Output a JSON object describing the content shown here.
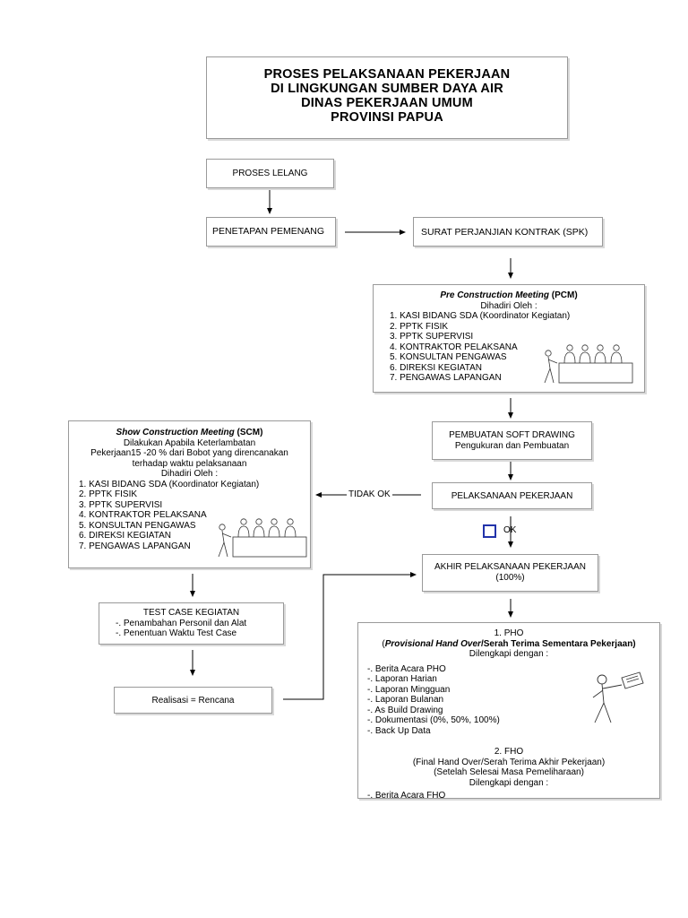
{
  "title": {
    "line1": "PROSES PELAKSANAAN PEKERJAAN",
    "line2": "DI LINGKUNGAN SUMBER DAYA AIR",
    "line3": "DINAS PEKERJAAN UMUM",
    "line4": "PROVINSI PAPUA"
  },
  "proses_lelang": "PROSES LELANG",
  "penetapan_pemenang": "PENETAPAN PEMENANG",
  "spk": "SURAT PERJANJIAN KONTRAK (SPK)",
  "pcm": {
    "title_italic": "Pre Construction Meeting",
    "title_suffix": " (PCM)",
    "attended": "Dihadiri Oleh :",
    "items": [
      "1. KASI BIDANG SDA (Koordinator Kegiatan)",
      "2. PPTK FISIK",
      "3. PPTK SUPERVISI",
      "4. KONTRAKTOR PELAKSANA",
      "5. KONSULTAN PENGAWAS",
      "6. DIREKSI KEGIATAN",
      "7. PENGAWAS LAPANGAN"
    ]
  },
  "soft_drawing": {
    "line1": "PEMBUATAN SOFT DRAWING",
    "line2": "Pengukuran dan Pembuatan"
  },
  "pelaksanaan": "PELAKSANAAN PEKERJAAN",
  "tidak_ok": "TIDAK OK",
  "ok": "OK",
  "scm": {
    "title_italic": "Show Construction Meeting",
    "title_suffix": " (SCM)",
    "desc1": "Dilakukan Apabila Keterlambatan",
    "desc2": "Pekerjaan15 -20 % dari Bobot yang direncanakan",
    "desc3": "terhadap waktu pelaksanaan",
    "attended": "Dihadiri Oleh :",
    "items": [
      "1. KASI BIDANG SDA (Koordinator Kegiatan)",
      "2. PPTK FISIK",
      "3. PPTK SUPERVISI",
      "4. KONTRAKTOR PELAKSANA",
      "5. KONSULTAN PENGAWAS",
      "6. DIREKSI KEGIATAN",
      "7. PENGAWAS LAPANGAN"
    ]
  },
  "akhir": {
    "line1": "AKHIR PELAKSANAAN PEKERJAAN",
    "line2": "(100%)"
  },
  "test_case": {
    "title": "TEST CASE KEGIATAN",
    "items": [
      "-. Penambahan Personil dan Alat",
      "-. Penentuan Waktu Test Case"
    ]
  },
  "realisasi": "Realisasi = Rencana",
  "pho": {
    "heading": "1. PHO",
    "sub_italic": "Provisional Hand Over",
    "sub_rest": "/Serah Terima Sementara Pekerjaan)",
    "sub_open": "(",
    "dilengkapi": "Dilengkapi dengan :",
    "items": [
      "-. Berita Acara PHO",
      "-. Laporan Harian",
      "-. Laporan Mingguan",
      "-. Laporan Bulanan",
      "-. As Build Drawing",
      "-. Dokumentasi (0%, 50%, 100%)",
      "-. Back Up Data"
    ],
    "fho_heading": "2. FHO",
    "fho_sub1": "(Final Hand Over/Serah Terima Akhir Pekerjaan)",
    "fho_sub2": "(Setelah Selesai Masa Pemeliharaan)",
    "fho_dilengkapi": "Dilengkapi dengan :",
    "fho_items": [
      "-. Berita Acara FHO"
    ]
  }
}
